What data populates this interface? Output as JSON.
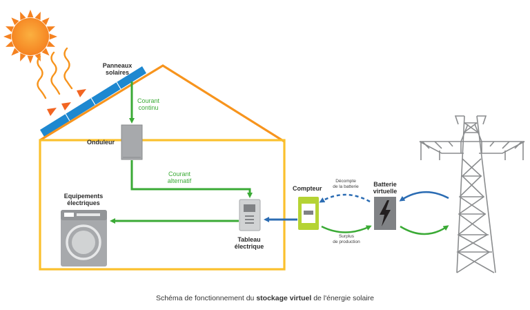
{
  "labels": {
    "panneaux": [
      "Panneaux",
      "solaires"
    ],
    "courant_continu": [
      "Courant",
      "continu"
    ],
    "onduleur": "Onduleur",
    "courant_alternatif": [
      "Courant",
      "alternatif"
    ],
    "equipements": [
      "Equipements",
      "électriques"
    ],
    "tableau": [
      "Tableau",
      "électrique"
    ],
    "compteur": "Compteur",
    "decompte": [
      "Décompte",
      "de la batterie"
    ],
    "batterie": [
      "Batterie",
      "virtuelle"
    ],
    "surplus": [
      "Surplus",
      "de production"
    ]
  },
  "caption": {
    "before": "Schéma de fonctionnement du ",
    "bold": "stockage virtuel",
    "after": " de l'énergie solaire"
  },
  "colors": {
    "house": "#f7941d",
    "solar_panel": "#1e88d0",
    "green_flow": "#3aaa35",
    "blue_flow": "#2b6cb3",
    "meter": "#b5d334",
    "device_grey": "#a7a9ac",
    "tower": "#8a8c8e",
    "sun": "#f7941d"
  }
}
